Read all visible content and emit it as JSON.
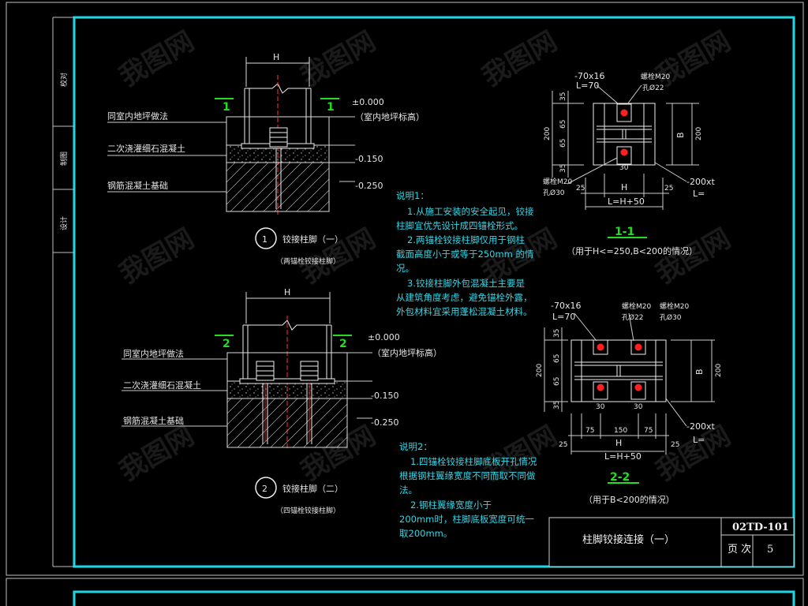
{
  "frame": {
    "side_labels": [
      "校对",
      "制图",
      "设计"
    ]
  },
  "detail1": {
    "width_label": "H",
    "section_marks": [
      "1",
      "1"
    ],
    "elevations": [
      "±0.000",
      "-0.150",
      "-0.250"
    ],
    "elev_note": "（室内地坪标高）",
    "layer_labels": [
      "同室内地坪做法",
      "二次浇灌细石混凝土",
      "钢筋混凝土基础"
    ],
    "number": "1",
    "title": "铰接柱脚（一）",
    "subtitle": "（两锚栓铰接柱脚）"
  },
  "detail2": {
    "width_label": "H",
    "section_marks": [
      "2",
      "2"
    ],
    "elevations": [
      "±0.000",
      "-0.150",
      "-0.250"
    ],
    "elev_note": "（室内地坪标高）",
    "layer_labels": [
      "同室内地坪做法",
      "二次浇灌细石混凝土",
      "钢筋混凝土基础"
    ],
    "number": "2",
    "title": "铰接柱脚（二）",
    "subtitle": "（四锚栓铰接柱脚）"
  },
  "notes1": {
    "heading": "说明1：",
    "lines": [
      "1.从施工安装的安全起见，铰接",
      "柱脚宜优先设计成四锚栓形式。",
      "2.两锚栓铰接柱脚仅用于钢柱",
      "截面高度小于或等于250mm  的情",
      "况。",
      "3.铰接柱脚外包混凝土主要是",
      "从建筑角度考虑，避免锚栓外露，",
      "外包材料宜采用蓬松混凝土材料。"
    ]
  },
  "notes2": {
    "heading": "说明2：",
    "lines": [
      "1.四锚栓铰接柱脚底板开孔情况",
      "根据钢柱翼缘宽度不同而取不同做",
      "法。",
      "2.钢柱翼缘宽度小于",
      "200mm时，柱脚底板宽度可统一",
      "取200mm。"
    ]
  },
  "plan1": {
    "labels": [
      "-70x16",
      "L=70",
      "螺栓M20",
      "孔Ø22",
      "螺栓M20",
      "孔Ø30",
      "-200xt",
      "L=",
      "B",
      "H",
      "L=H+50"
    ],
    "dims_left": [
      "35",
      "65",
      "65",
      "35"
    ],
    "dim_total": "200",
    "dim_right": "200",
    "dims_bottom": [
      "25",
      "25"
    ],
    "dim_hole": "30",
    "section": "1-1",
    "caption": "（用于H<=250,B<200的情况）"
  },
  "plan2": {
    "labels": [
      "-70x16",
      "L=70",
      "螺栓M20",
      "孔Ø22",
      "螺栓M20",
      "孔Ø30",
      "-200xt",
      "L=",
      "B",
      "H",
      "L=H+50"
    ],
    "dims_left": [
      "35",
      "65",
      "65",
      "35"
    ],
    "dim_total": "200",
    "dim_right": "200",
    "dims_bottom": [
      "25",
      "75",
      "150",
      "75",
      "25"
    ],
    "dim_holes": [
      "30",
      "30"
    ],
    "section": "2-2",
    "caption": "（用于B<200的情况）"
  },
  "title_block": {
    "title": "柱脚铰接连接（一）",
    "code": "02TD-101",
    "page_label": "页 次",
    "page": "5"
  },
  "watermark": {
    "text": "我图网"
  }
}
